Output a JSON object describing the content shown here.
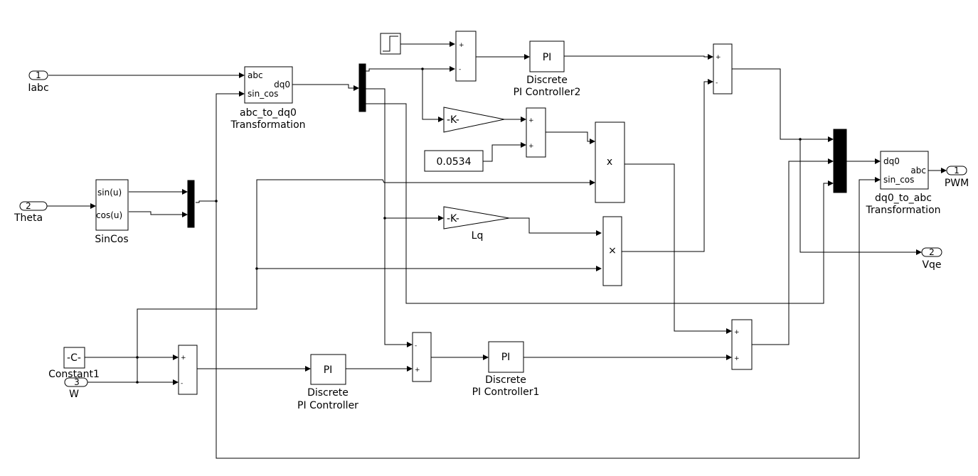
{
  "inports": [
    {
      "id": "in1",
      "number": "1",
      "label": "Iabc"
    },
    {
      "id": "in2",
      "number": "2",
      "label": "Theta"
    },
    {
      "id": "in3",
      "number": "3",
      "label": "W"
    }
  ],
  "outports": [
    {
      "id": "out1",
      "number": "1",
      "label": "PWM"
    },
    {
      "id": "out2",
      "number": "2",
      "label": "Vqe"
    }
  ],
  "blocks": {
    "abc_dq0": {
      "label_line1": "abc_to_dq0",
      "label_line2": "Transformation",
      "port_abc": "abc",
      "port_sincos": "sin_cos",
      "port_dq0": "dq0"
    },
    "dq0_abc": {
      "label_line1": "dq0_to_abc",
      "label_line2": "Transformation",
      "port_dq0": "dq0",
      "port_sincos": "sin_cos",
      "port_abc": "abc"
    },
    "sincos": {
      "label": "SinCos",
      "port_sin": "sin(u)",
      "port_cos": "cos(u)"
    },
    "pi_main": {
      "text": "PI",
      "label_line1": "Discrete",
      "label_line2": "PI Controller"
    },
    "pi1": {
      "text": "PI",
      "label_line1": "Discrete",
      "label_line2": "PI Controller1"
    },
    "pi2": {
      "text": "PI",
      "label_line1": "Discrete",
      "label_line2": "PI Controller2"
    },
    "gain_top": {
      "text": "-K-"
    },
    "gain_lq": {
      "text": "-K-",
      "label": "Lq"
    },
    "constant1": {
      "text": "-C-",
      "label": "Constant1"
    },
    "const_value": {
      "text": "0.0534"
    },
    "product_top": {
      "text": "x"
    },
    "product_bottom": {
      "text": "×"
    }
  },
  "signs": {
    "plus": "+",
    "minus": "-"
  }
}
